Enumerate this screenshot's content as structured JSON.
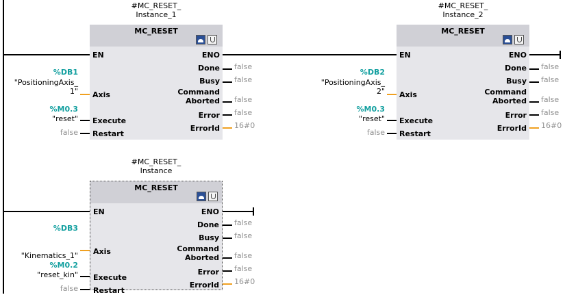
{
  "blocks": [
    {
      "instance": "#MC_RESET_\nInstance_1",
      "title": "MC_RESET",
      "pins_in": {
        "en": "EN",
        "axis": "Axis",
        "execute": "Execute",
        "restart": "Restart"
      },
      "pins_out": {
        "eno": "ENO",
        "done": "Done",
        "busy": "Busy",
        "cmd_aborted": "Command\nAborted",
        "error": "Error",
        "errorid": "ErrorId"
      },
      "axis_addr": "%DB1",
      "axis_tag": "\"PositioningAxis_\n1\"",
      "execute_addr": "%M0.3",
      "execute_tag": "\"reset\"",
      "restart_val": "false",
      "outputs": {
        "done": "false",
        "busy": "false",
        "cmd_aborted": "false",
        "error": "false",
        "errorid": "16#0"
      }
    },
    {
      "instance": "#MC_RESET_\nInstance_2",
      "title": "MC_RESET",
      "pins_in": {
        "en": "EN",
        "axis": "Axis",
        "execute": "Execute",
        "restart": "Restart"
      },
      "pins_out": {
        "eno": "ENO",
        "done": "Done",
        "busy": "Busy",
        "cmd_aborted": "Command\nAborted",
        "error": "Error",
        "errorid": "ErrorId"
      },
      "axis_addr": "%DB2",
      "axis_tag": "\"PositioningAxis_\n2\"",
      "execute_addr": "%M0.3",
      "execute_tag": "\"reset\"",
      "restart_val": "false",
      "outputs": {
        "done": "false",
        "busy": "false",
        "cmd_aborted": "false",
        "error": "false",
        "errorid": "16#0"
      }
    },
    {
      "instance": "#MC_RESET_\nInstance",
      "title": "MC_RESET",
      "pins_in": {
        "en": "EN",
        "axis": "Axis",
        "execute": "Execute",
        "restart": "Restart"
      },
      "pins_out": {
        "eno": "ENO",
        "done": "Done",
        "busy": "Busy",
        "cmd_aborted": "Command\nAborted",
        "error": "Error",
        "errorid": "ErrorId"
      },
      "axis_addr": "%DB3",
      "axis_tag": "\"Kinematics_1\"",
      "execute_addr": "%M0.2",
      "execute_tag": "\"reset_kin\"",
      "restart_val": "false",
      "outputs": {
        "done": "false",
        "busy": "false",
        "cmd_aborted": "false",
        "error": "false",
        "errorid": "16#0"
      }
    }
  ],
  "colors": {
    "address": "#14a0a0",
    "wire_orange": "#f0a020",
    "block_fill": "#e6e6ea",
    "header_fill": "#d0d0d6",
    "value_grey": "#909090"
  },
  "icons": [
    "block-diagnostics-icon",
    "block-settings-icon"
  ]
}
